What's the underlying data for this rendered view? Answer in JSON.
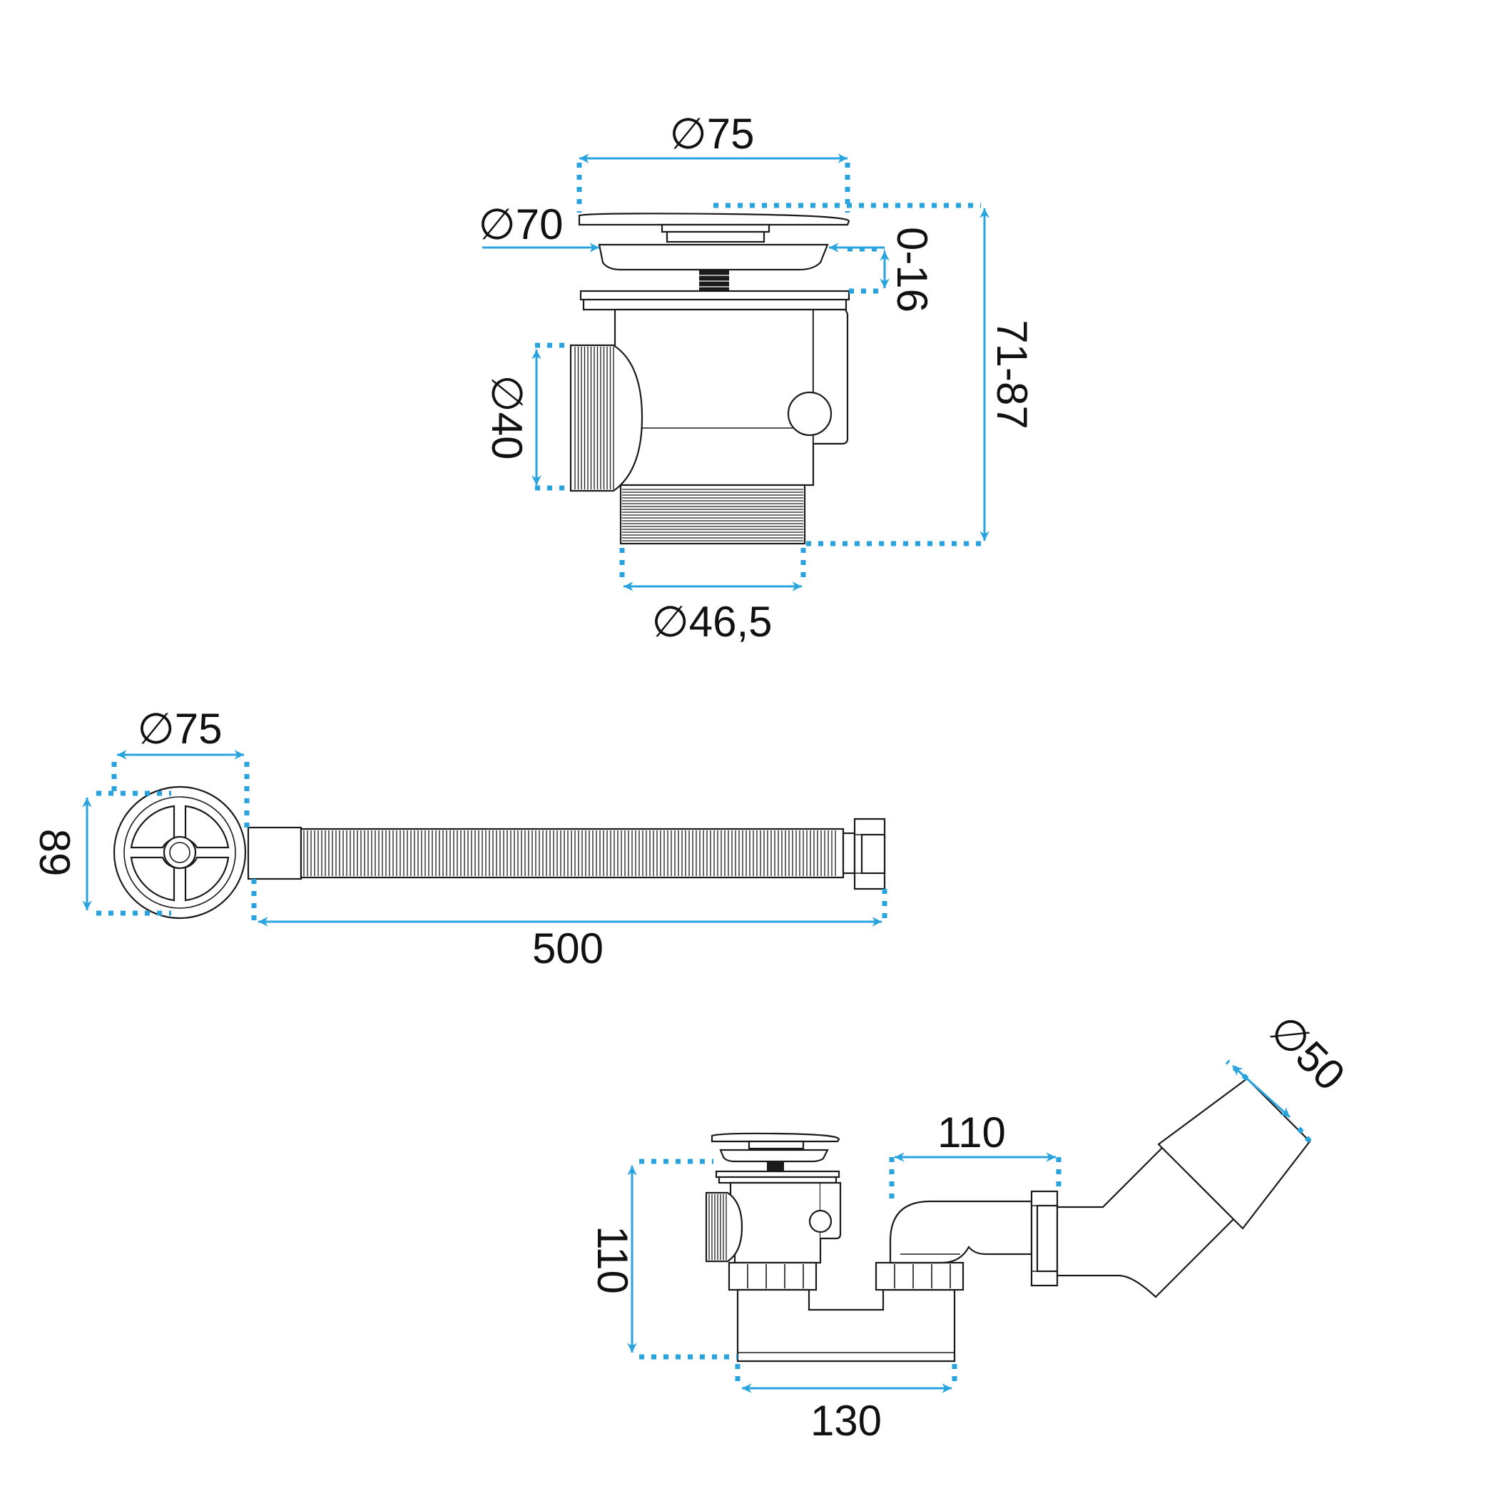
{
  "colors": {
    "accent": "#29a3dd",
    "line": "#1a1a1a"
  },
  "dimensions": {
    "top_cap_diameter": "∅75",
    "top_plug_diameter": "∅70",
    "stroke_range": "0-16",
    "total_height": "71-87",
    "side_outlet_diameter": "∅40",
    "thread_diameter": "∅46,5",
    "overflow_diameter": "∅75",
    "overflow_height": "89",
    "hose_length": "500",
    "trap_offset": "110",
    "trap_height": "110",
    "trap_width": "130",
    "outlet_diameter": "∅50"
  }
}
